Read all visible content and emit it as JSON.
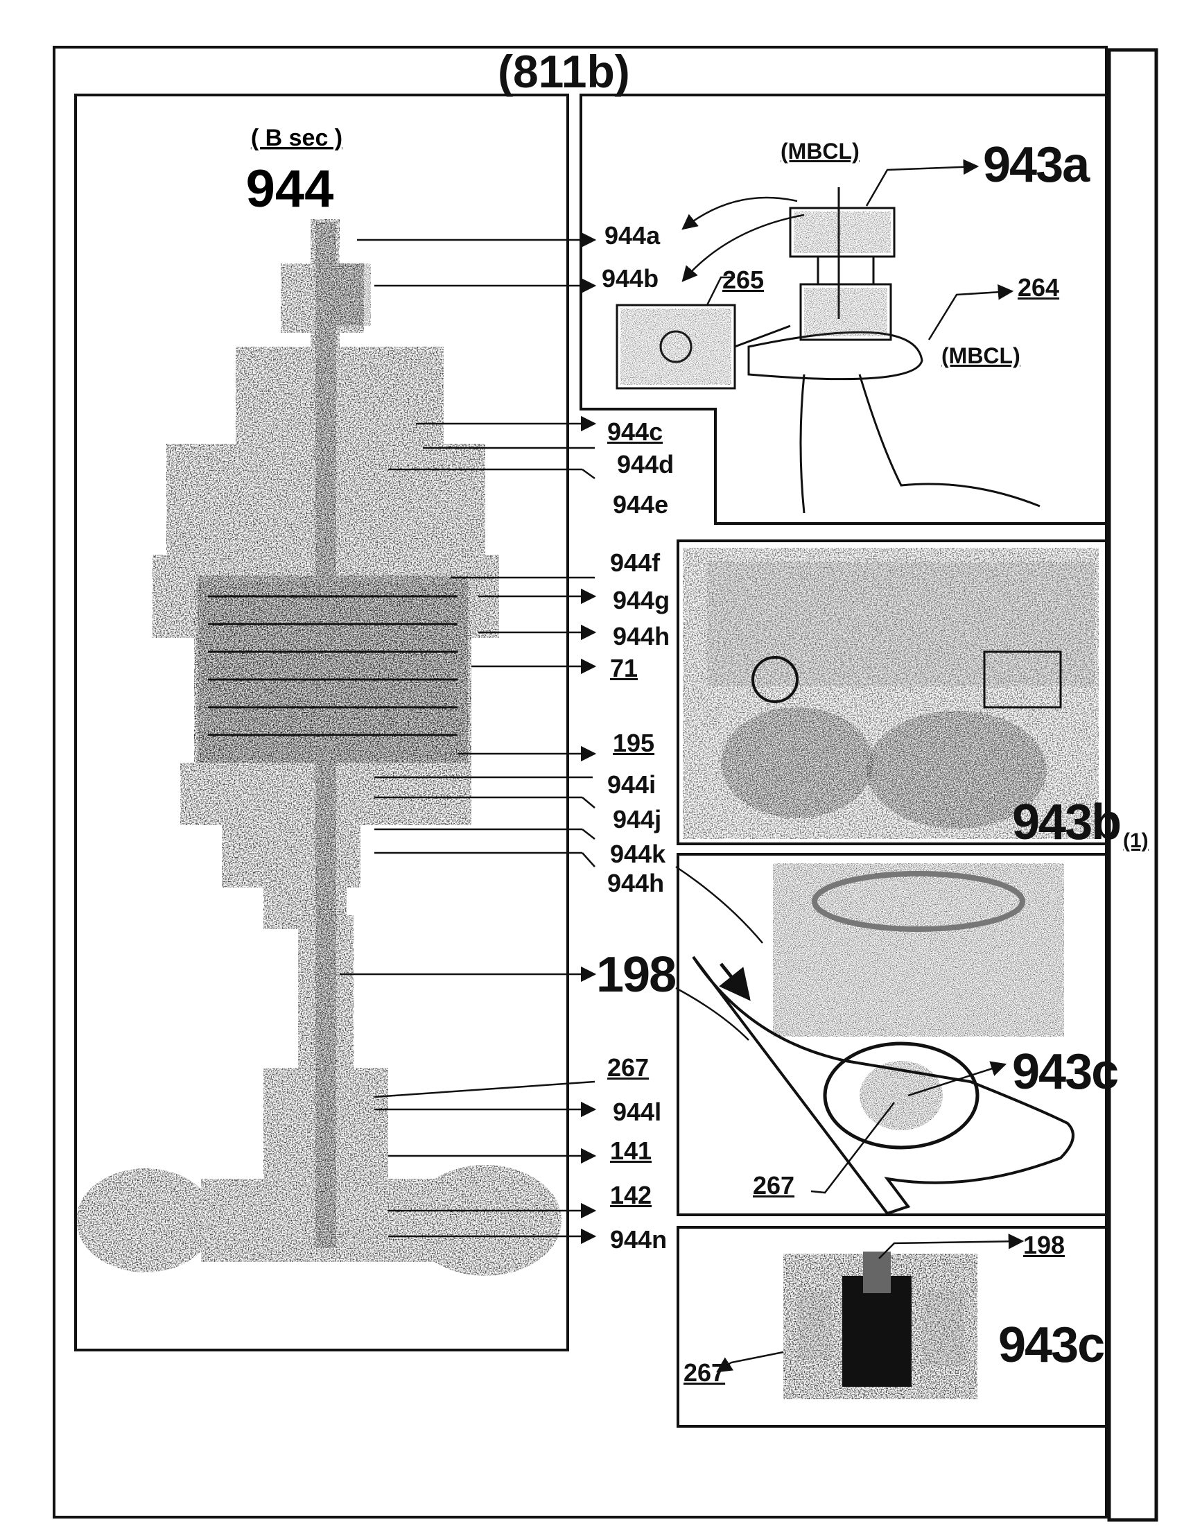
{
  "figure": {
    "title": "(811b)",
    "side_label": "(1)"
  },
  "panel_b": {
    "section_label": "( B sec )",
    "number": "944",
    "labels": [
      "944a",
      "944b",
      "944c",
      "944d",
      "944e",
      "944f",
      "944g",
      "944h",
      "71",
      "195",
      "944i",
      "944j",
      "944k",
      "944h",
      "198",
      "267",
      "944l",
      "141",
      "142",
      "944n"
    ]
  },
  "panel_943a": {
    "number": "943a",
    "labels": [
      "(MBCL)",
      "265",
      "264",
      "(MBCL)"
    ]
  },
  "panel_943b": {
    "number": "943b"
  },
  "panel_943c_top": {
    "number": "943c",
    "labels": [
      "267"
    ]
  },
  "panel_943c_bottom": {
    "number": "943c",
    "labels": [
      "198",
      "267"
    ]
  },
  "colors": {
    "ink": "#111111",
    "paper": "#ffffff",
    "speckle": "#3a3a3a"
  }
}
